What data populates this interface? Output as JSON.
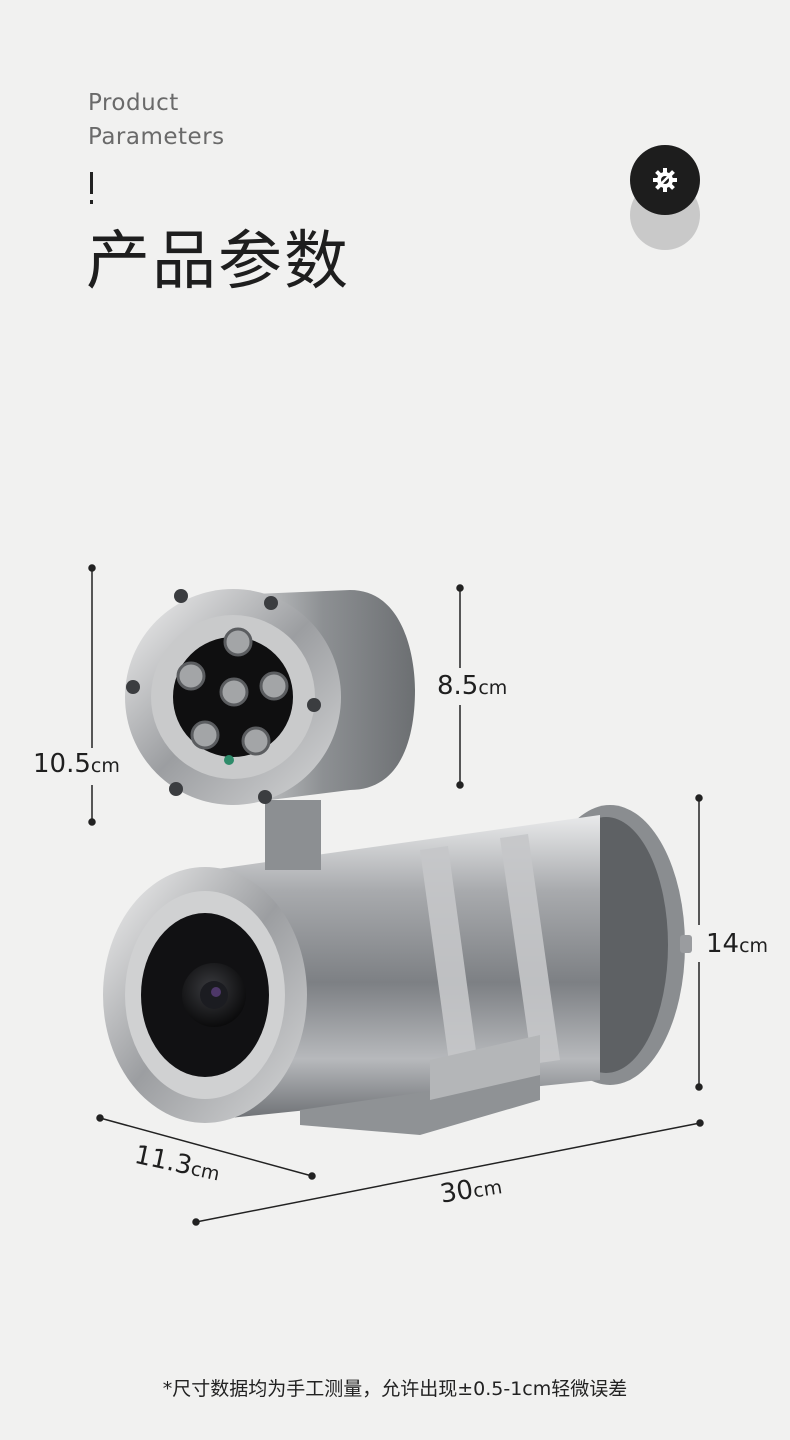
{
  "header": {
    "eyebrow_line1": "Product",
    "eyebrow_line2": "Parameters",
    "title": "产品参数"
  },
  "badge": {
    "icon": "gear-wrench-icon"
  },
  "dimensions": {
    "bracket_height": {
      "value": "10.5",
      "unit": "cm"
    },
    "ir_diameter": {
      "value": "8.5",
      "unit": "cm"
    },
    "housing_height": {
      "value": "14",
      "unit": "cm"
    },
    "width": {
      "value": "11.3",
      "unit": "cm"
    },
    "length": {
      "value": "30",
      "unit": "cm"
    }
  },
  "footnote": "*尺寸数据均为手工测量，允许出现±0.5-1cm轻微误差",
  "colors": {
    "background": "#f1f1f0",
    "badge": "#1d1d1d",
    "steel": "#a9abae"
  }
}
